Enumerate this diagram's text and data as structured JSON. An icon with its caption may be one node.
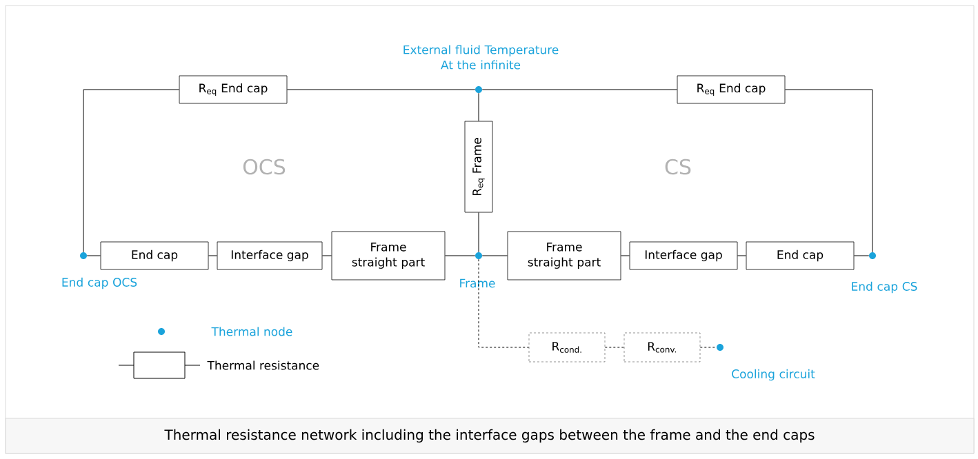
{
  "diagram": {
    "caption": "Thermal resistance network including the interface gaps between the frame and the end caps",
    "nodes": [
      {
        "text": [
          "External fluid Temperature At the infinite"
        ]
      },
      {
        "text": [
          "R$_{eq}$ End cap"
        ]
      },
      {
        "text": [
          "R$_{eq}$ End cap"
        ]
      },
      {
        "text": [
          "R$_{eq}$ Frame"
        ]
      },
      {
        "text": [
          "End cap OCS"
        ]
      },
      {
        "text": [
          "End cap"
        ]
      },
      {
        "text": [
          "Interface gap"
        ]
      },
      {
        "text": [
          "Frame straight part"
        ]
      },
      {
        "text": [
          "Frame"
        ]
      },
      {
        "text": [
          "Frame straight part"
        ]
      },
      {
        "text": [
          "Interface gap"
        ]
      },
      {
        "text": [
          "End cap"
        ]
      },
      {
        "text": [
          "End cap CS"
        ]
      },
      {
        "text": [
          "R$_{cond.}$"
        ]
      },
      {
        "text": [
          "R$_{conv.}$"
        ]
      },
      {
        "text": [
          "Cooling circuit"
        ]
      }
    ],
    "edges": [
      {
        "from": 4,
        "to": 1,
        "arrow": "none"
      },
      {
        "from": 1,
        "to": 0,
        "arrow": "none"
      },
      {
        "from": 0,
        "to": 2,
        "arrow": "none"
      },
      {
        "from": 2,
        "to": 12,
        "arrow": "none"
      },
      {
        "from": 0,
        "to": 3,
        "arrow": "none"
      },
      {
        "from": 3,
        "to": 8,
        "arrow": "none"
      },
      {
        "from": 4,
        "to": 5,
        "arrow": "none"
      },
      {
        "from": 5,
        "to": 6,
        "arrow": "none"
      },
      {
        "from": 6,
        "to": 7,
        "arrow": "none"
      },
      {
        "from": 7,
        "to": 8,
        "arrow": "none"
      },
      {
        "from": 8,
        "to": 9,
        "arrow": "none"
      },
      {
        "from": 9,
        "to": 10,
        "arrow": "none"
      },
      {
        "from": 10,
        "to": 11,
        "arrow": "none"
      },
      {
        "from": 11,
        "to": 12,
        "arrow": "none"
      },
      {
        "from": 8,
        "to": 13,
        "arrow": "none",
        "style": "dashed"
      },
      {
        "from": 13,
        "to": 14,
        "arrow": "none",
        "style": "dashed"
      },
      {
        "from": 14,
        "to": 15,
        "arrow": "none",
        "style": "dashed"
      }
    ],
    "labels": [
      "OCS",
      "CS"
    ],
    "legend": [
      {
        "text": "Thermal node"
      },
      {
        "text": "Thermal resistance"
      }
    ]
  }
}
